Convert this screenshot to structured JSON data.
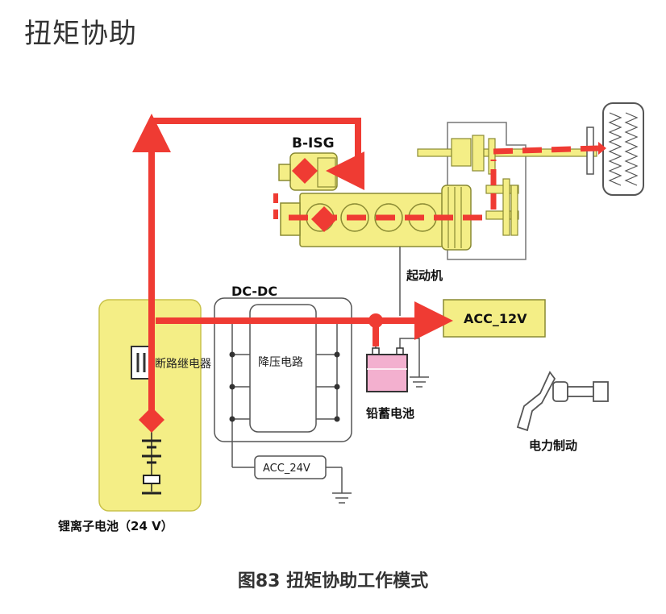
{
  "title": "扭矩协助",
  "caption": "图83 扭矩协助工作模式",
  "labels": {
    "b_isg": "B-ISG",
    "starter": "起动机",
    "dcdc": "DC-DC",
    "acc12": "ACC_12V",
    "acc24": "ACC_24V",
    "relay": "断路继电器",
    "buck": "降压电路",
    "lead_battery": "铅蓄电池",
    "li_battery": "锂离子电池（24 V）",
    "brake": "电力制动"
  },
  "colors": {
    "flow": "#ef3b33",
    "component_fill": "#f4ee86",
    "component_stroke": "#8a8a33",
    "battery_fill": "#f3b0cf",
    "wire": "#555555"
  }
}
